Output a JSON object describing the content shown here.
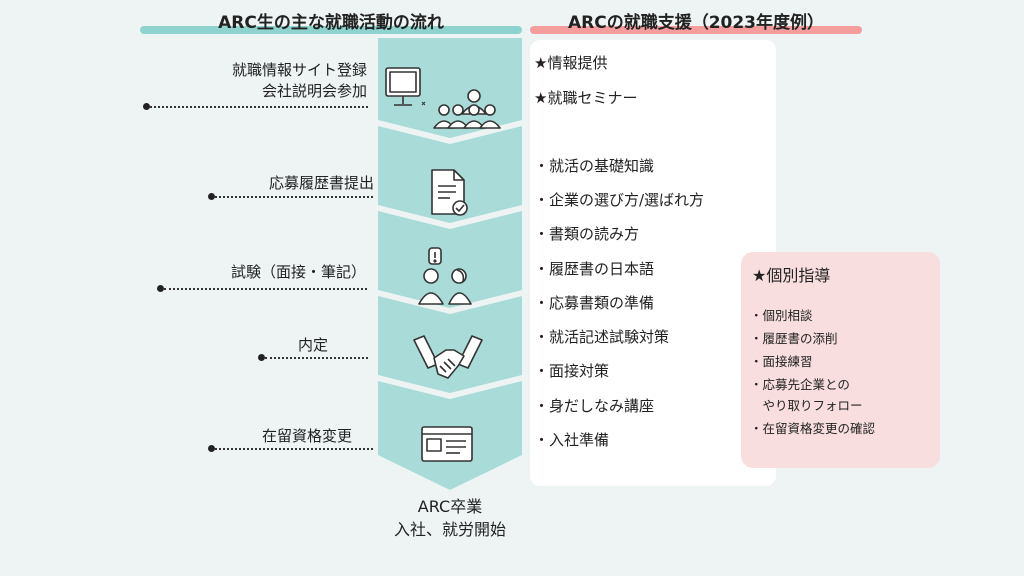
{
  "headers": {
    "left": "ARC生の主な就職活動の流れ",
    "right": "ARCの就職支援（2023年度例）"
  },
  "colors": {
    "teal": "#a9dcd8",
    "teal_bar": "#8fd3cf",
    "pink_bar": "#f59c9c",
    "pink_box": "#f8dede"
  },
  "steps": [
    {
      "label_line1": "就職情報サイト登録",
      "label_line2": "会社説明会参加",
      "icon": "computer-and-people-icon"
    },
    {
      "label": "応募履歴書提出",
      "icon": "document-check-icon"
    },
    {
      "label": "試験（面接・筆記）",
      "icon": "interview-icon"
    },
    {
      "label": "内定",
      "icon": "handshake-icon"
    },
    {
      "label": "在留資格変更",
      "icon": "certificate-icon"
    }
  ],
  "end": {
    "line1": "ARC卒業",
    "line2": "入社、就労開始"
  },
  "support": {
    "star_items": [
      "★情報提供",
      "★就職セミナー"
    ],
    "seminar_items": [
      "・就活の基礎知識",
      "・企業の選び方/選ばれ方",
      "・書類の読み方",
      "・履歴書の日本語",
      "・応募書類の準備",
      "・就活記述試験対策",
      "・面接対策",
      "・身だしなみ講座",
      "・入社準備"
    ]
  },
  "individual": {
    "title": "★個別指導",
    "items": [
      "・個別相談",
      "・履歴書の添削",
      "・面接練習",
      "・応募先企業との",
      "　やり取りフォロー",
      "・在留資格変更の確認"
    ]
  }
}
